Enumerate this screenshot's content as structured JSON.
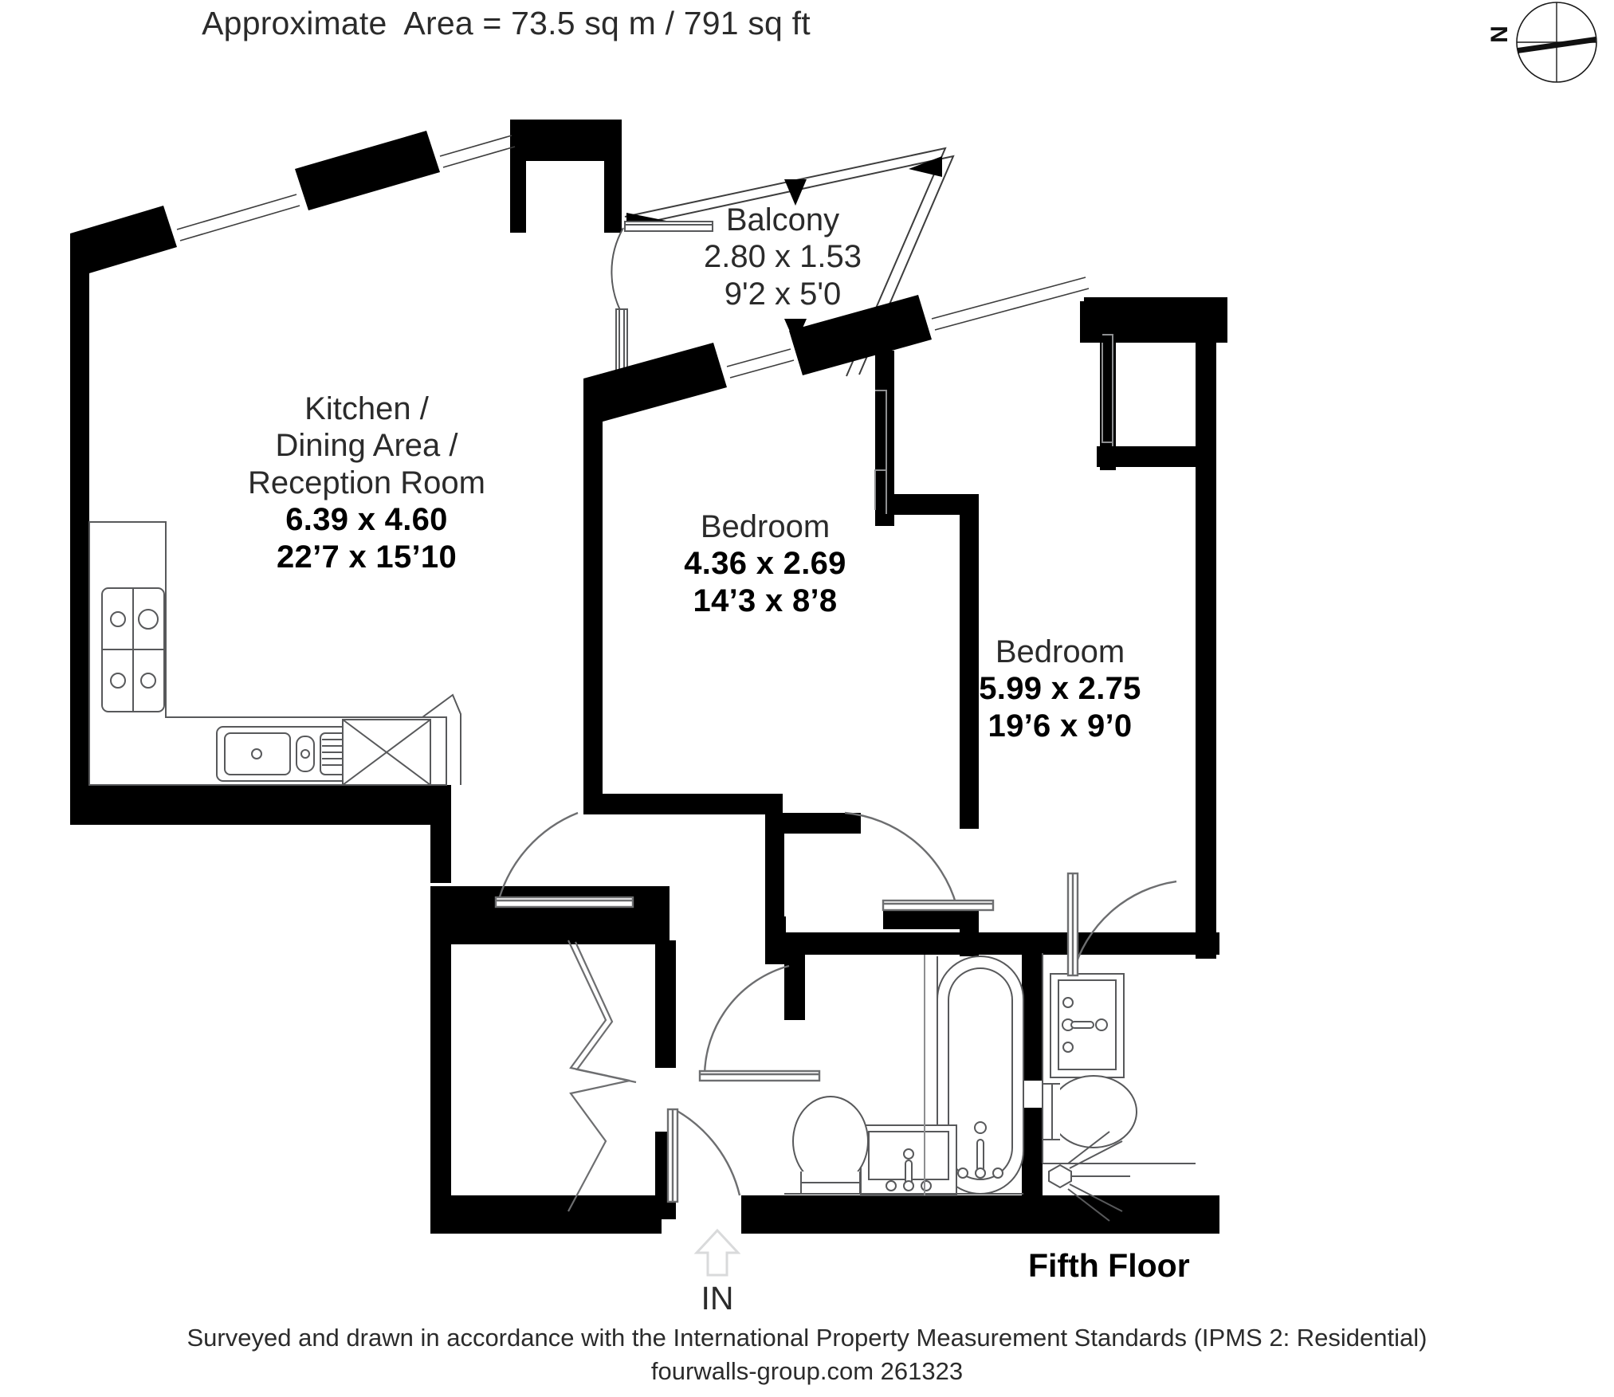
{
  "header": {
    "area_title": "Approximate  Area = 73.5 sq m / 791 sq ft"
  },
  "compass": {
    "north_label": "N",
    "icon": "compass-rose-icon"
  },
  "rooms": [
    {
      "id": "kitchen",
      "name_line1": "Kitchen /",
      "name_line2": "Dining Area /",
      "name_line3": "Reception Room",
      "metric": "6.39 x 4.60",
      "imperial": "22’7 x 15’10"
    },
    {
      "id": "balcony",
      "name_line1": "Balcony",
      "metric": "2.80 x 1.53",
      "imperial": "9'2 x 5'0"
    },
    {
      "id": "bedroom1",
      "name_line1": "Bedroom",
      "metric": "4.36 x 2.69",
      "imperial": "14’3 x 8’8"
    },
    {
      "id": "bedroom2",
      "name_line1": "Bedroom",
      "metric": "5.99 x 2.75",
      "imperial": "19’6 x 9’0"
    }
  ],
  "entry": {
    "label": "IN",
    "arrow_icon": "up-arrow-icon"
  },
  "floor": {
    "label": "Fifth Floor"
  },
  "footer": {
    "line1": "Surveyed and drawn in accordance with the International Property Measurement Standards (IPMS 2: Residential)",
    "line2": "fourwalls-group.com 261323"
  },
  "colors": {
    "wall": "#000000",
    "text": "#2b2b2b",
    "fixture_stroke": "#58595b",
    "entry_arrow": "#d9dadb"
  },
  "fixtures": [
    {
      "name": "hob",
      "room": "kitchen"
    },
    {
      "name": "sink-with-drainer",
      "room": "kitchen"
    },
    {
      "name": "appliance",
      "room": "kitchen"
    },
    {
      "name": "bathtub",
      "room": "bathroom"
    },
    {
      "name": "wash-basin",
      "room": "bathroom"
    },
    {
      "name": "toilet",
      "room": "bathroom"
    },
    {
      "name": "wash-basin",
      "room": "ensuite"
    },
    {
      "name": "toilet",
      "room": "ensuite"
    },
    {
      "name": "shower",
      "room": "ensuite"
    }
  ]
}
